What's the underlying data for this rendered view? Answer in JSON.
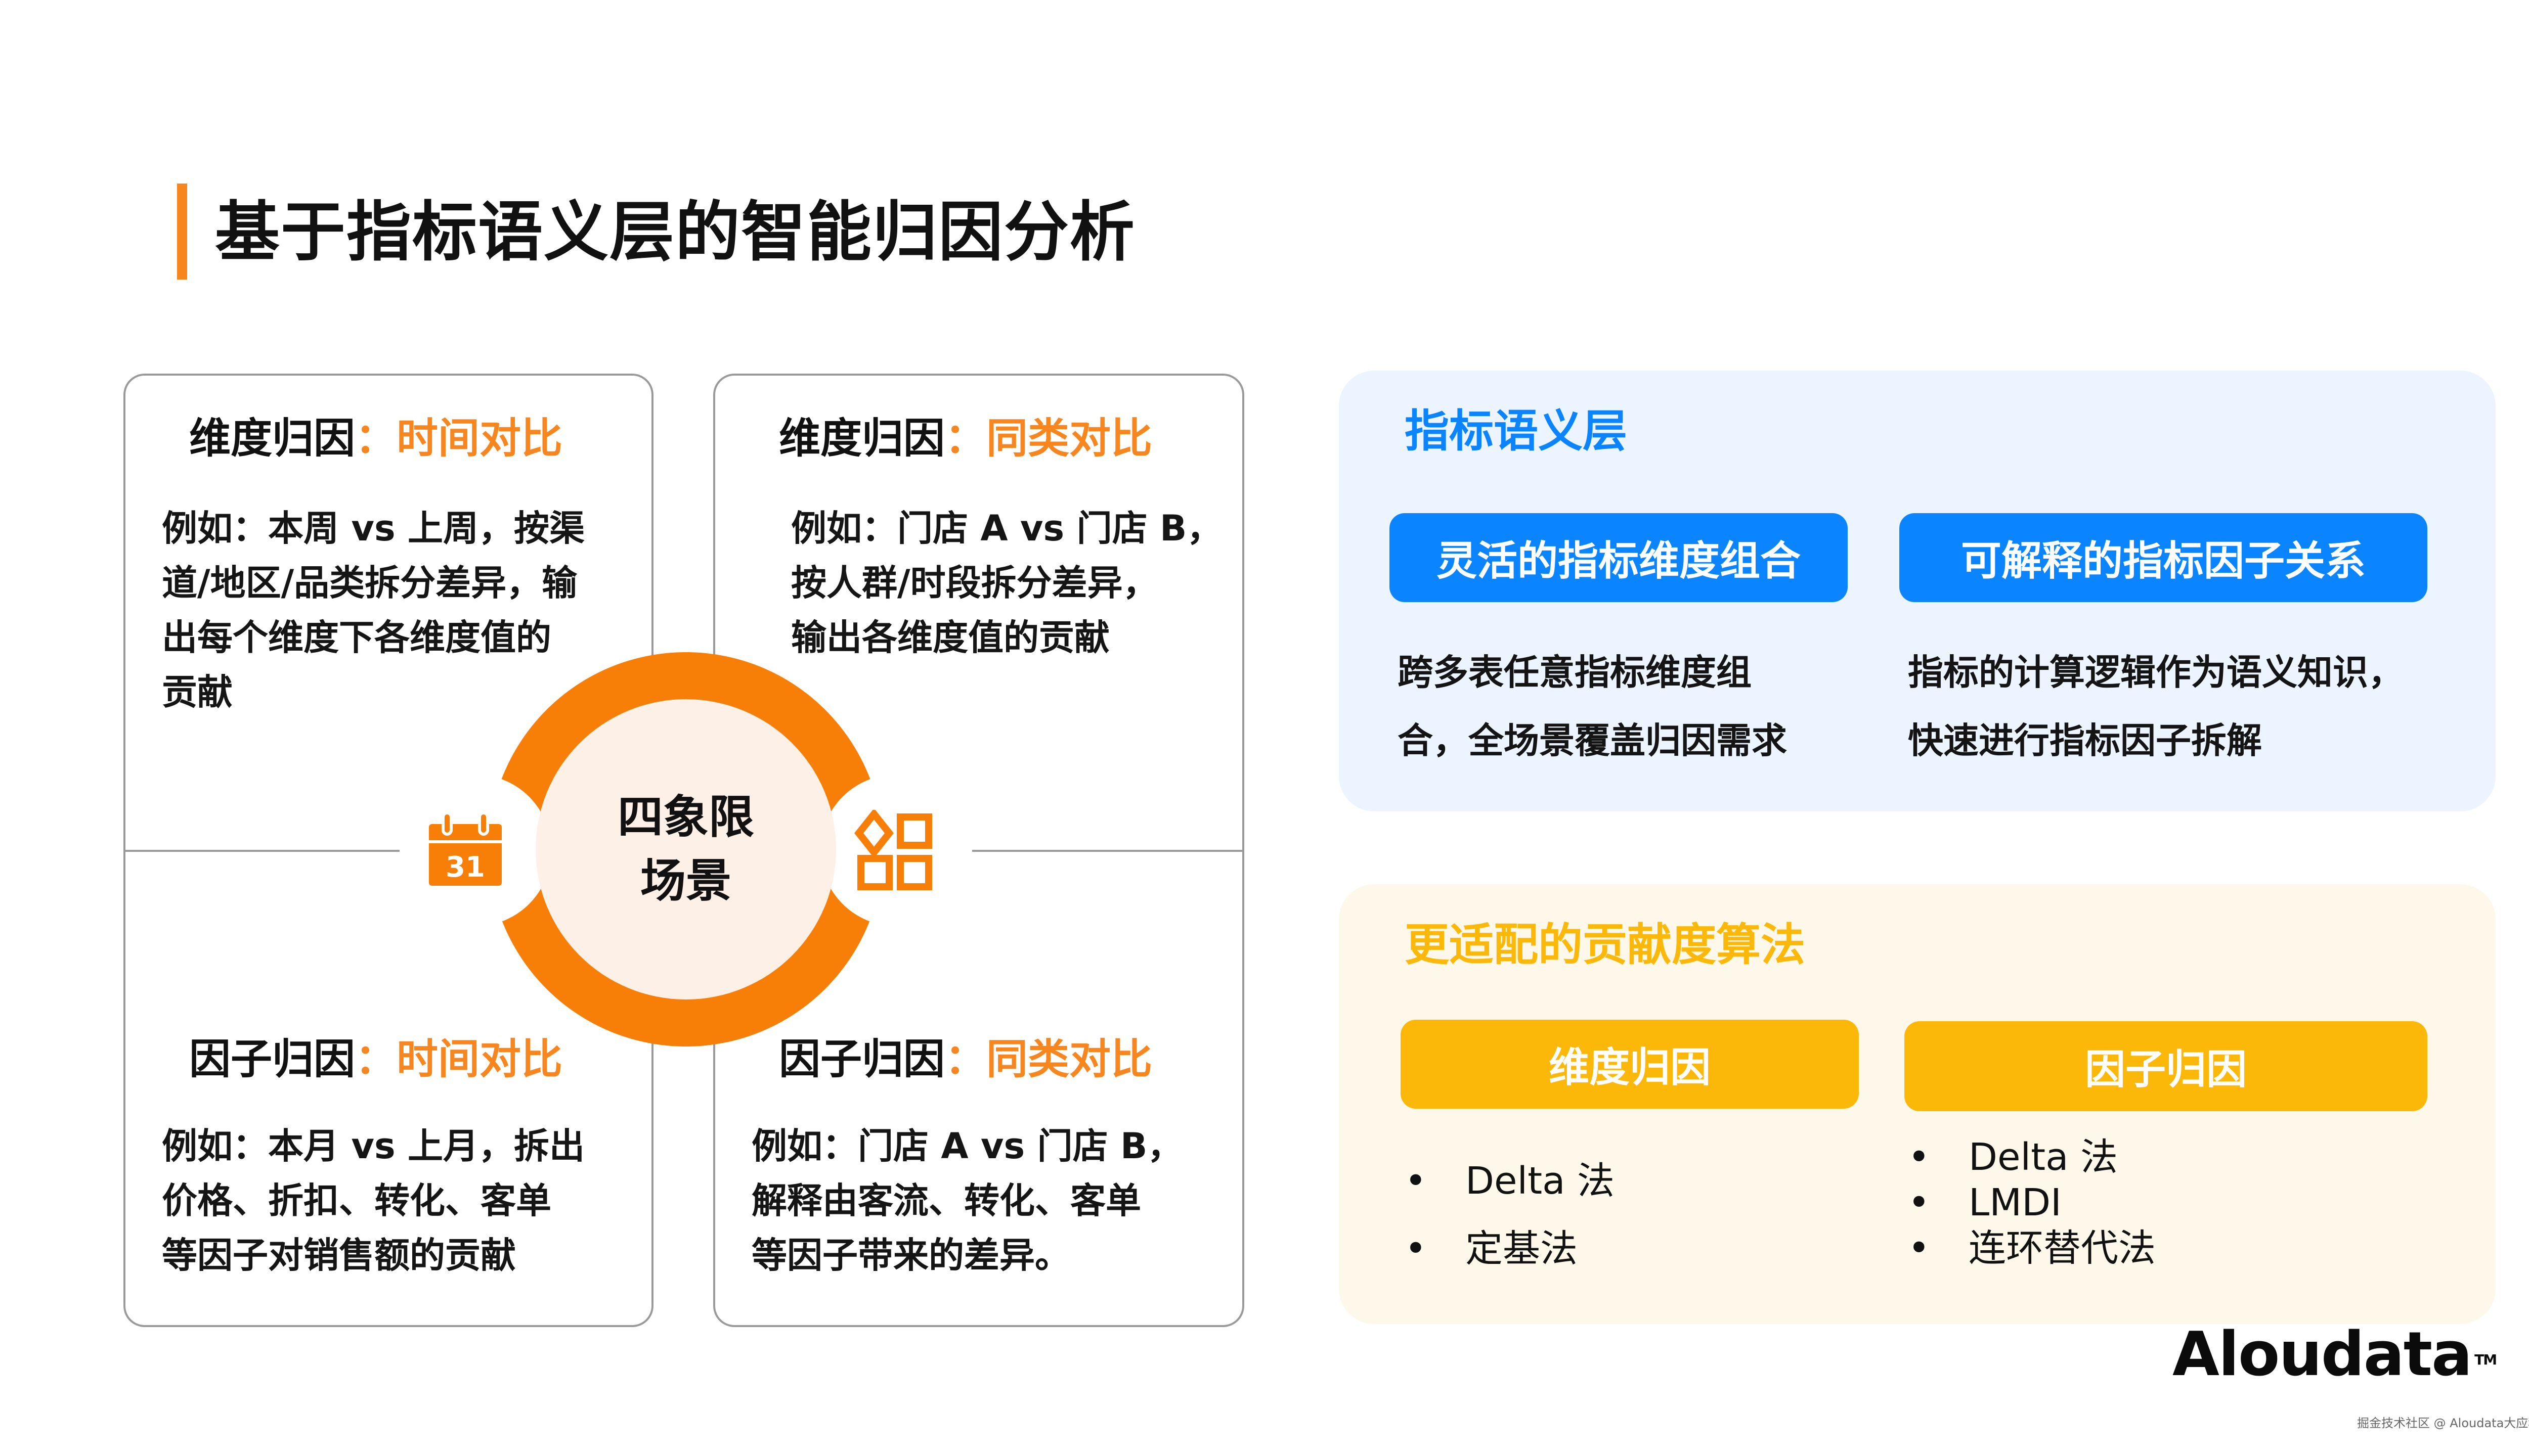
{
  "header": {
    "title": "基于指标语义层的智能归因分析",
    "accent_color": "#F7861E"
  },
  "quadrants": {
    "center_label_line1": "四象限",
    "center_label_line2": "场景",
    "left_icon": "calendar-icon",
    "left_icon_text": "31",
    "right_icon": "grid-shapes-icon",
    "top_left": {
      "head_prefix": "维度归因",
      "head_sep": "：",
      "head_highlight": "时间对比",
      "body": [
        "例如：本周 vs 上周，按渠",
        "道/地区/品类拆分差异，输",
        "出每个维度下各维度值的",
        "贡献"
      ]
    },
    "top_right": {
      "head_prefix": "维度归因",
      "head_sep": "：",
      "head_highlight": "同类对比",
      "body": [
        "例如：门店 A vs 门店 B，",
        "按人群/时段拆分差异，",
        "输出各维度值的贡献"
      ]
    },
    "bottom_left": {
      "head_prefix": "因子归因",
      "head_sep": "：",
      "head_highlight": "时间对比",
      "body": [
        "例如：本月 vs 上月，拆出",
        "价格、折扣、转化、客单",
        "等因子对销售额的贡献"
      ]
    },
    "bottom_right": {
      "head_prefix": "因子归因",
      "head_sep": "：",
      "head_highlight": "同类对比",
      "body": [
        "例如：门店 A vs 门店 B，",
        "解释由客流、转化、客单",
        "等因子带来的差异。"
      ]
    }
  },
  "semantic_layer": {
    "title": "指标语义层",
    "color": "#0A84FF",
    "chips": [
      {
        "label": "灵活的指标维度组合",
        "desc": [
          "跨多表任意指标维度组",
          "合，全场景覆盖归因需求"
        ]
      },
      {
        "label": "可解释的指标因子关系",
        "desc": [
          "指标的计算逻辑作为语义知识，",
          "快速进行指标因子拆解"
        ]
      }
    ]
  },
  "algorithms": {
    "title": "更适配的贡献度算法",
    "color": "#FBB809",
    "groups": [
      {
        "label": "维度归因",
        "items": [
          "Delta 法",
          "定基法"
        ]
      },
      {
        "label": "因子归因",
        "items": [
          "Delta 法",
          "LMDI",
          "连环替代法"
        ]
      }
    ]
  },
  "footer": {
    "logo": "Aloudata",
    "trademark": "TM",
    "watermark": "掘金技术社区 @ Aloudata大应科技"
  }
}
